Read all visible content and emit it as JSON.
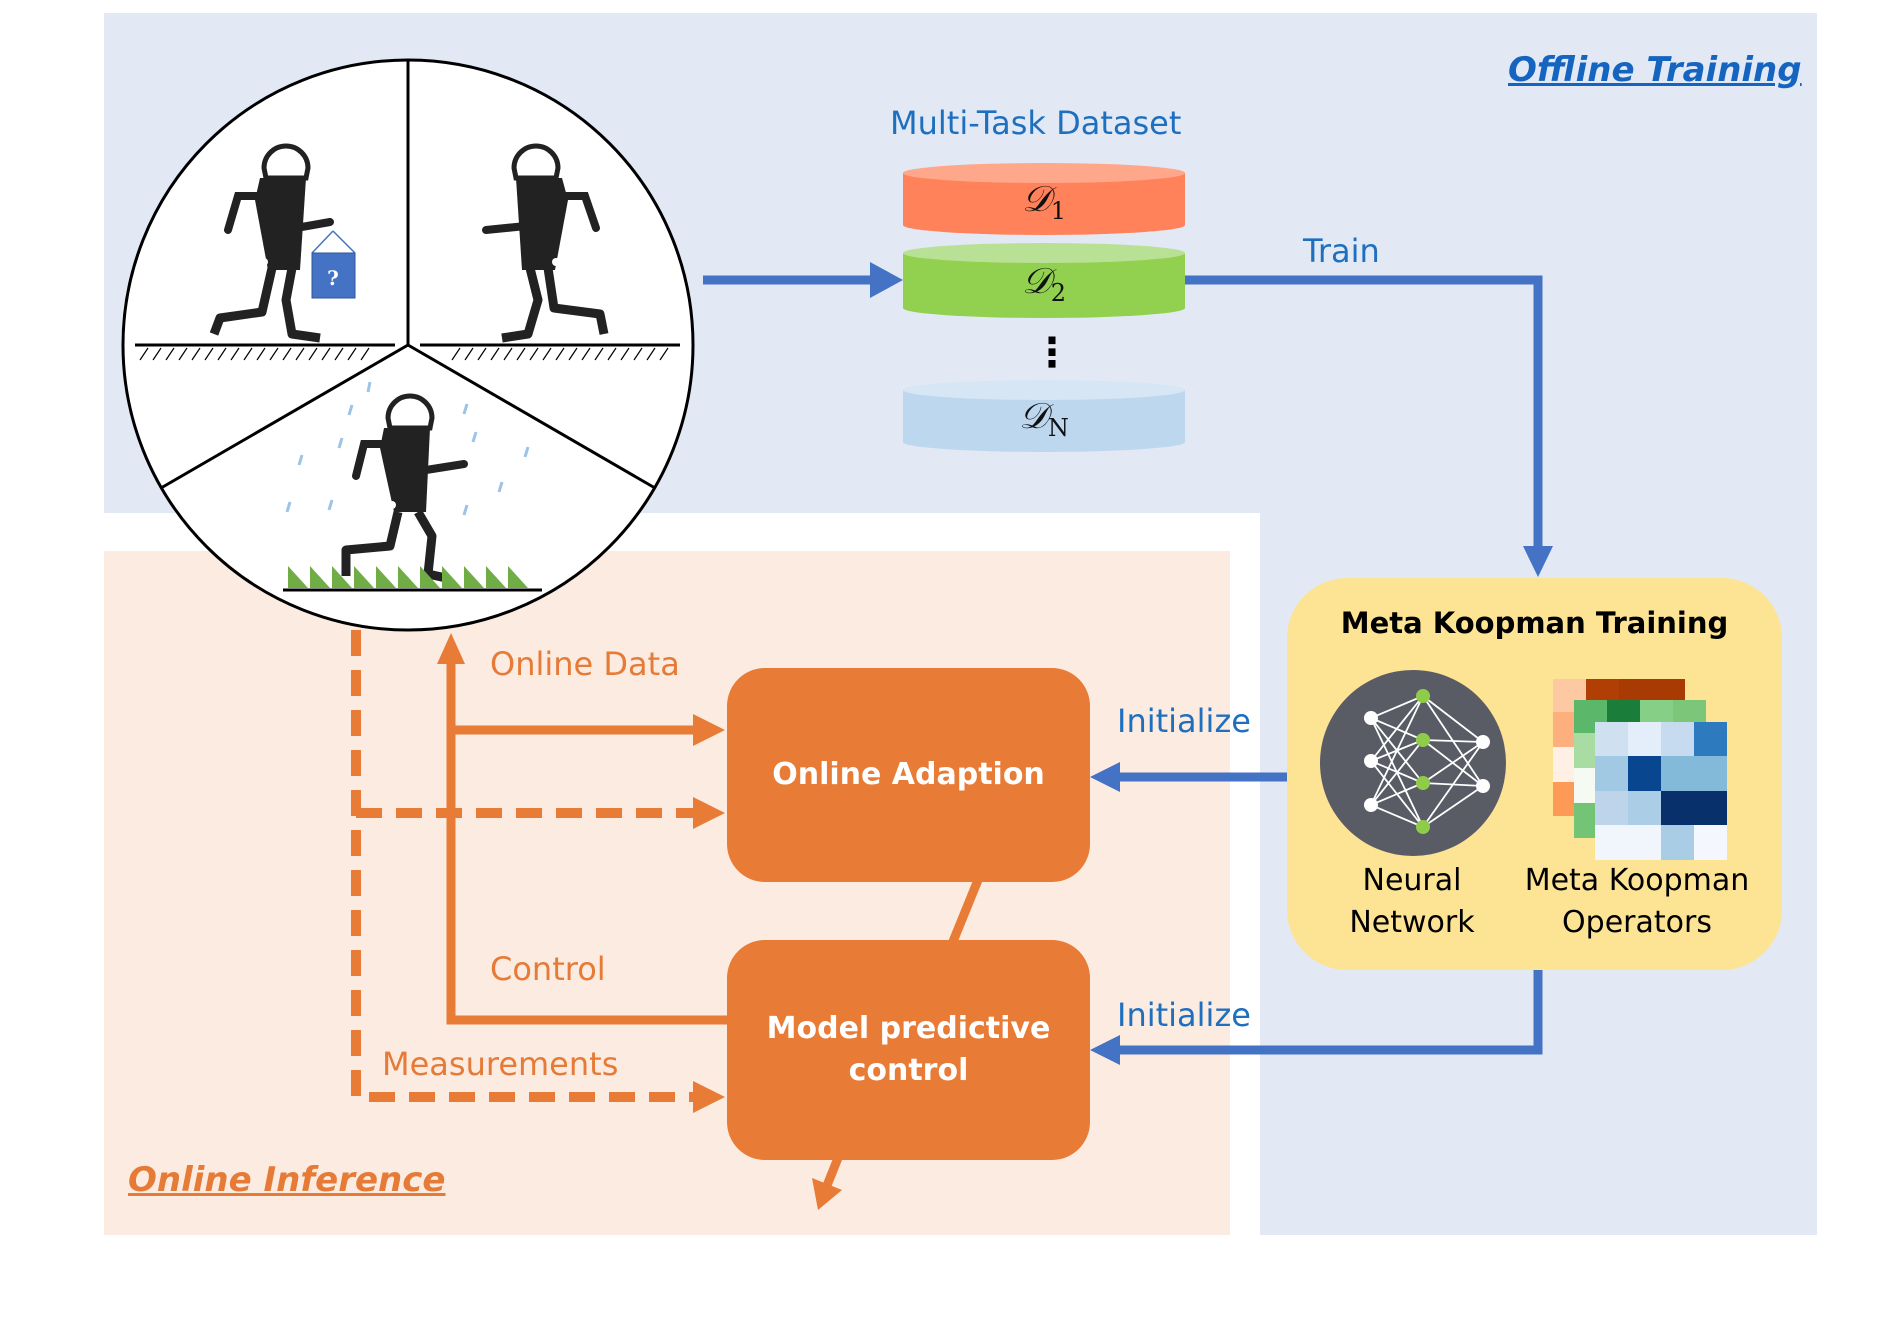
{
  "sections": {
    "offline_title": "Offline Training",
    "online_title": "Online Inference"
  },
  "dataset": {
    "title": "Multi-Task Dataset",
    "items": [
      {
        "symbol": "𝒟",
        "subscript": "1",
        "color": "#ff825a",
        "top_color": "#ffa78a"
      },
      {
        "symbol": "𝒟",
        "subscript": "2",
        "color": "#92d050",
        "top_color": "#b9e195"
      },
      {
        "symbol": "𝒟",
        "subscript": "N",
        "color": "#bdd7ee",
        "top_color": "#d6e6f5"
      }
    ],
    "ellipsis": "⋮"
  },
  "arrows": {
    "train_label": "Train",
    "initialize_label_1": "Initialize",
    "initialize_label_2": "Initialize",
    "online_data_label": "Online Data",
    "control_label": "Control",
    "measurements_label": "Measurements"
  },
  "meta_koopman": {
    "title": "Meta Koopman Training",
    "neural_network_caption_1": "Neural",
    "neural_network_caption_2": "Network",
    "operators_caption_1": "Meta Koopman",
    "operators_caption_2": "Operators"
  },
  "blocks": {
    "online_adaption": "Online Adaption",
    "mpc_line_1": "Model predictive",
    "mpc_line_2": "control"
  },
  "scenarios": {
    "payload_symbol": "?",
    "items": [
      "robot-carrying-payload",
      "robot-running-flat-ground",
      "robot-running-in-rain-on-grass"
    ]
  },
  "colors": {
    "offline_bg": "#e2e9f5",
    "online_bg": "#fcebe1",
    "blue_arrow": "#4472c4",
    "blue_text": "#1f6fbf",
    "orange": "#e87b35",
    "orange_text": "#e57b36",
    "meta_box": "#fde394",
    "nn_bg": "#595b65",
    "nn_node_hidden": "#8fcc4a"
  }
}
